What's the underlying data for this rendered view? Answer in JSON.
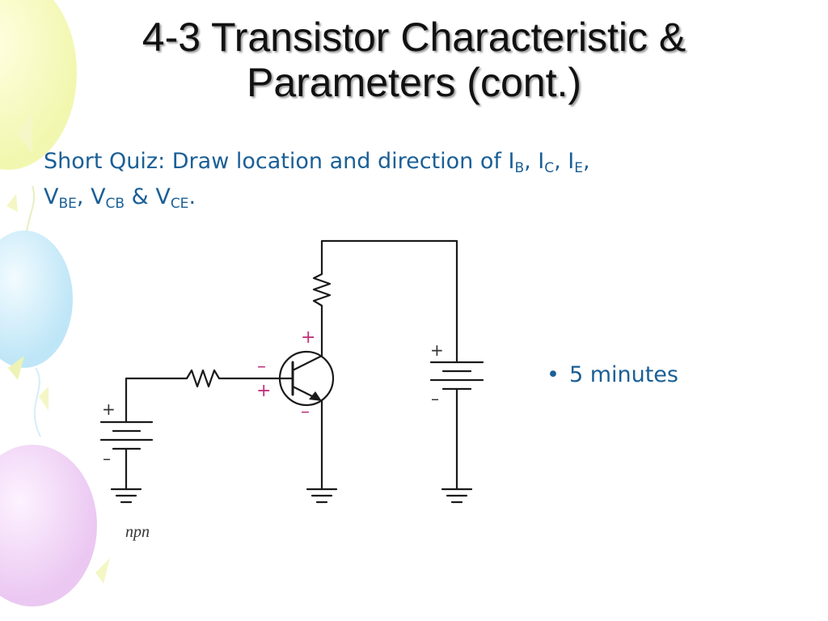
{
  "slide": {
    "title_line1": "4-3 Transistor Characteristic &",
    "title_line2": "Parameters (cont.)",
    "quiz": {
      "prefix": "Short Quiz: Draw location and direction of ",
      "ib_main": "I",
      "ib_sub": "B",
      "sep1": ", ",
      "ic_main": "I",
      "ic_sub": "C",
      "sep2": ", ",
      "ie_main": "I",
      "ie_sub": "E",
      "sep3": ",",
      "vbe_main": "V",
      "vbe_sub": "BE",
      "sep4": ", ",
      "vcb_main": "V",
      "vcb_sub": "CB",
      "sep5": " & ",
      "vce_main": "V",
      "vce_sub": "CE",
      "end": "."
    },
    "bullet": {
      "symbol": "•",
      "text": "5 minutes"
    }
  },
  "circuit": {
    "transistor_type_label": "npn",
    "plus": "+",
    "minus": "–",
    "colors": {
      "wire": "#1a1a1a",
      "polarity": "#c0347c",
      "text": "#1a5f96"
    }
  },
  "icons": [
    "balloon-decoration",
    "resistor-symbol",
    "battery-symbol",
    "ground-symbol",
    "npn-transistor-symbol"
  ]
}
